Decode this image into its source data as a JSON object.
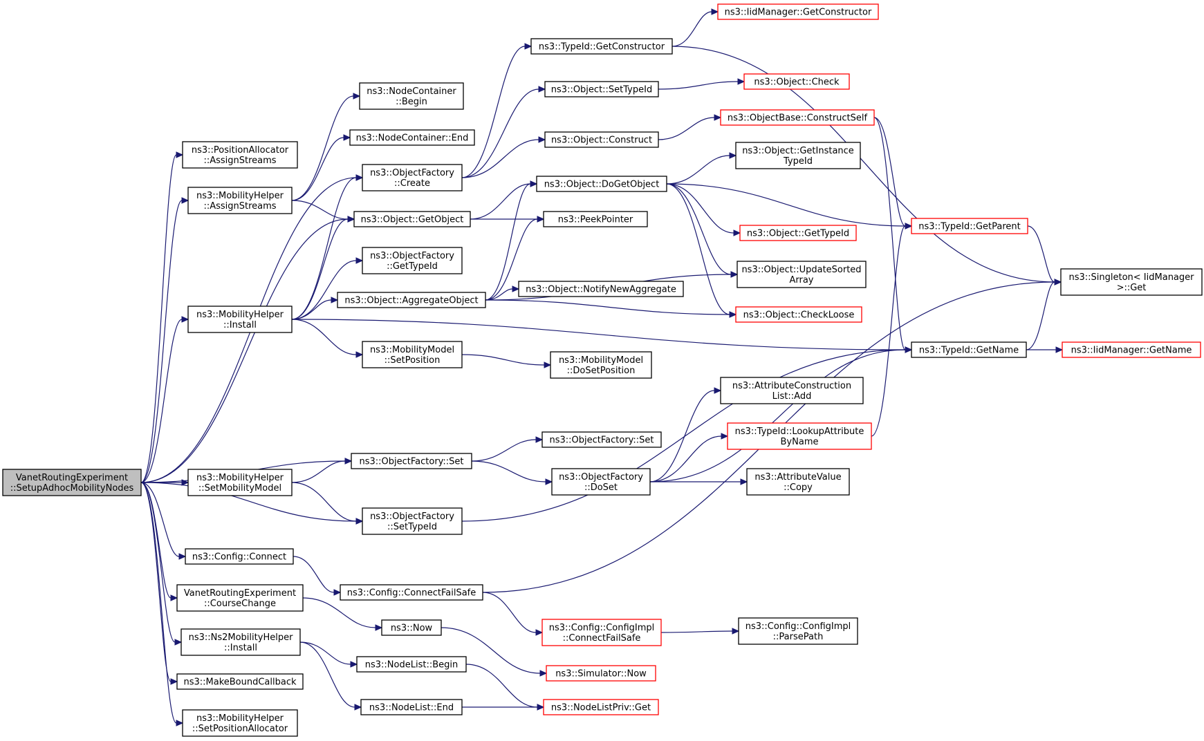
{
  "colors": {
    "edge": "#191970",
    "box_normal": "#000000",
    "box_truncated": "#ff0000",
    "current_fill": "#bfbfbf"
  },
  "nodes": [
    {
      "id": "n0",
      "lines": [
        "VanetRoutingExperiment",
        "::SetupAdhocMobilityNodes"
      ],
      "current": true
    },
    {
      "id": "n1",
      "lines": [
        "ns3::PositionAllocator",
        "::AssignStreams"
      ]
    },
    {
      "id": "n2",
      "lines": [
        "ns3::MobilityHelper",
        "::AssignStreams"
      ]
    },
    {
      "id": "n3",
      "lines": [
        "ns3::MobilityHelper",
        "::Install"
      ]
    },
    {
      "id": "n4",
      "lines": [
        "ns3::MobilityHelper",
        "::SetMobilityModel"
      ]
    },
    {
      "id": "n5",
      "lines": [
        "ns3::Config::Connect"
      ]
    },
    {
      "id": "n6",
      "lines": [
        "VanetRoutingExperiment",
        "::CourseChange"
      ]
    },
    {
      "id": "n7",
      "lines": [
        "ns3::Ns2MobilityHelper",
        "::Install"
      ]
    },
    {
      "id": "n8",
      "lines": [
        "ns3::MakeBoundCallback"
      ]
    },
    {
      "id": "n9",
      "lines": [
        "ns3::MobilityHelper",
        "::SetPositionAllocator"
      ]
    },
    {
      "id": "n10",
      "lines": [
        "ns3::NodeContainer",
        "::Begin"
      ]
    },
    {
      "id": "n11",
      "lines": [
        "ns3::NodeContainer::End"
      ]
    },
    {
      "id": "n12",
      "lines": [
        "ns3::ObjectFactory",
        "::Create"
      ]
    },
    {
      "id": "n13",
      "lines": [
        "ns3::Object::GetObject"
      ]
    },
    {
      "id": "n14",
      "lines": [
        "ns3::ObjectFactory",
        "::GetTypeId"
      ]
    },
    {
      "id": "n15",
      "lines": [
        "ns3::Object::AggregateObject"
      ]
    },
    {
      "id": "n16",
      "lines": [
        "ns3::MobilityModel",
        "::SetPosition"
      ]
    },
    {
      "id": "n17",
      "lines": [
        "ns3::ObjectFactory::Set"
      ]
    },
    {
      "id": "n18",
      "lines": [
        "ns3::ObjectFactory",
        "::SetTypeId"
      ]
    },
    {
      "id": "n19",
      "lines": [
        "ns3::Config::ConnectFailSafe"
      ]
    },
    {
      "id": "n20",
      "lines": [
        "ns3::Now"
      ]
    },
    {
      "id": "n21",
      "lines": [
        "ns3::NodeList::Begin"
      ]
    },
    {
      "id": "n22",
      "lines": [
        "ns3::NodeList::End"
      ]
    },
    {
      "id": "n23",
      "lines": [
        "ns3::TypeId::GetConstructor"
      ]
    },
    {
      "id": "n24",
      "lines": [
        "ns3::Object::SetTypeId"
      ]
    },
    {
      "id": "n25",
      "lines": [
        "ns3::Object::Construct"
      ]
    },
    {
      "id": "n26",
      "lines": [
        "ns3::Object::DoGetObject"
      ]
    },
    {
      "id": "n27",
      "lines": [
        "ns3::PeekPointer"
      ]
    },
    {
      "id": "n28",
      "lines": [
        "ns3::Object::NotifyNewAggregate"
      ]
    },
    {
      "id": "n29",
      "lines": [
        "ns3::MobilityModel",
        "::DoSetPosition"
      ]
    },
    {
      "id": "n30",
      "lines": [
        "ns3::ObjectFactory::Set"
      ]
    },
    {
      "id": "n31",
      "lines": [
        "ns3::ObjectFactory",
        "::DoSet"
      ]
    },
    {
      "id": "n32",
      "lines": [
        "ns3::Config::ConfigImpl",
        "::ConnectFailSafe"
      ],
      "truncated": true
    },
    {
      "id": "n33",
      "lines": [
        "ns3::Simulator::Now"
      ],
      "truncated": true
    },
    {
      "id": "n34",
      "lines": [
        "ns3::NodeListPriv::Get"
      ],
      "truncated": true
    },
    {
      "id": "n35",
      "lines": [
        "ns3::IidManager::GetConstructor"
      ],
      "truncated": true
    },
    {
      "id": "n36",
      "lines": [
        "ns3::Object::Check"
      ],
      "truncated": true
    },
    {
      "id": "n37",
      "lines": [
        "ns3::ObjectBase::ConstructSelf"
      ],
      "truncated": true
    },
    {
      "id": "n38",
      "lines": [
        "ns3::Object::GetInstance",
        "TypeId"
      ]
    },
    {
      "id": "n39",
      "lines": [
        "ns3::Object::GetTypeId"
      ],
      "truncated": true
    },
    {
      "id": "n40",
      "lines": [
        "ns3::Object::UpdateSorted",
        "Array"
      ]
    },
    {
      "id": "n41",
      "lines": [
        "ns3::Object::CheckLoose"
      ],
      "truncated": true
    },
    {
      "id": "n42",
      "lines": [
        "ns3::AttributeConstruction",
        "List::Add"
      ]
    },
    {
      "id": "n43",
      "lines": [
        "ns3::TypeId::LookupAttribute",
        "ByName"
      ],
      "truncated": true
    },
    {
      "id": "n44",
      "lines": [
        "ns3::AttributeValue",
        "::Copy"
      ]
    },
    {
      "id": "n45",
      "lines": [
        "ns3::Config::ConfigImpl",
        "::ParsePath"
      ]
    },
    {
      "id": "n46",
      "lines": [
        "ns3::TypeId::GetParent"
      ],
      "truncated": true
    },
    {
      "id": "n47",
      "lines": [
        "ns3::TypeId::GetName"
      ]
    },
    {
      "id": "n48",
      "lines": [
        "ns3::Singleton< IidManager",
        " >::Get"
      ]
    },
    {
      "id": "n49",
      "lines": [
        "ns3::IidManager::GetName"
      ],
      "truncated": true
    }
  ],
  "edges": [
    [
      "n0",
      "n1"
    ],
    [
      "n0",
      "n2"
    ],
    [
      "n0",
      "n3"
    ],
    [
      "n0",
      "n4"
    ],
    [
      "n0",
      "n5"
    ],
    [
      "n0",
      "n6"
    ],
    [
      "n0",
      "n7"
    ],
    [
      "n0",
      "n8"
    ],
    [
      "n0",
      "n9"
    ],
    [
      "n0",
      "n12"
    ],
    [
      "n0",
      "n13"
    ],
    [
      "n0",
      "n17"
    ],
    [
      "n0",
      "n18"
    ],
    [
      "n2",
      "n10"
    ],
    [
      "n2",
      "n11"
    ],
    [
      "n2",
      "n13"
    ],
    [
      "n3",
      "n12"
    ],
    [
      "n3",
      "n13"
    ],
    [
      "n3",
      "n14"
    ],
    [
      "n3",
      "n15"
    ],
    [
      "n3",
      "n16"
    ],
    [
      "n3",
      "n47"
    ],
    [
      "n4",
      "n17"
    ],
    [
      "n4",
      "n18"
    ],
    [
      "n5",
      "n19"
    ],
    [
      "n6",
      "n20"
    ],
    [
      "n7",
      "n21"
    ],
    [
      "n7",
      "n22"
    ],
    [
      "n12",
      "n23"
    ],
    [
      "n12",
      "n24"
    ],
    [
      "n12",
      "n25"
    ],
    [
      "n13",
      "n26"
    ],
    [
      "n13",
      "n27"
    ],
    [
      "n15",
      "n26"
    ],
    [
      "n15",
      "n27"
    ],
    [
      "n15",
      "n28"
    ],
    [
      "n15",
      "n40"
    ],
    [
      "n15",
      "n41"
    ],
    [
      "n16",
      "n29"
    ],
    [
      "n17",
      "n30"
    ],
    [
      "n17",
      "n31"
    ],
    [
      "n18",
      "n47"
    ],
    [
      "n19",
      "n32"
    ],
    [
      "n19",
      "n48"
    ],
    [
      "n20",
      "n33"
    ],
    [
      "n21",
      "n34"
    ],
    [
      "n22",
      "n34"
    ],
    [
      "n23",
      "n35"
    ],
    [
      "n23",
      "n48"
    ],
    [
      "n24",
      "n36"
    ],
    [
      "n25",
      "n37"
    ],
    [
      "n26",
      "n38"
    ],
    [
      "n26",
      "n39"
    ],
    [
      "n26",
      "n40"
    ],
    [
      "n26",
      "n41"
    ],
    [
      "n26",
      "n46"
    ],
    [
      "n31",
      "n42"
    ],
    [
      "n31",
      "n43"
    ],
    [
      "n31",
      "n44"
    ],
    [
      "n31",
      "n47"
    ],
    [
      "n32",
      "n45"
    ],
    [
      "n37",
      "n46"
    ],
    [
      "n37",
      "n47"
    ],
    [
      "n43",
      "n46"
    ],
    [
      "n46",
      "n48"
    ],
    [
      "n47",
      "n48"
    ],
    [
      "n47",
      "n49"
    ]
  ]
}
